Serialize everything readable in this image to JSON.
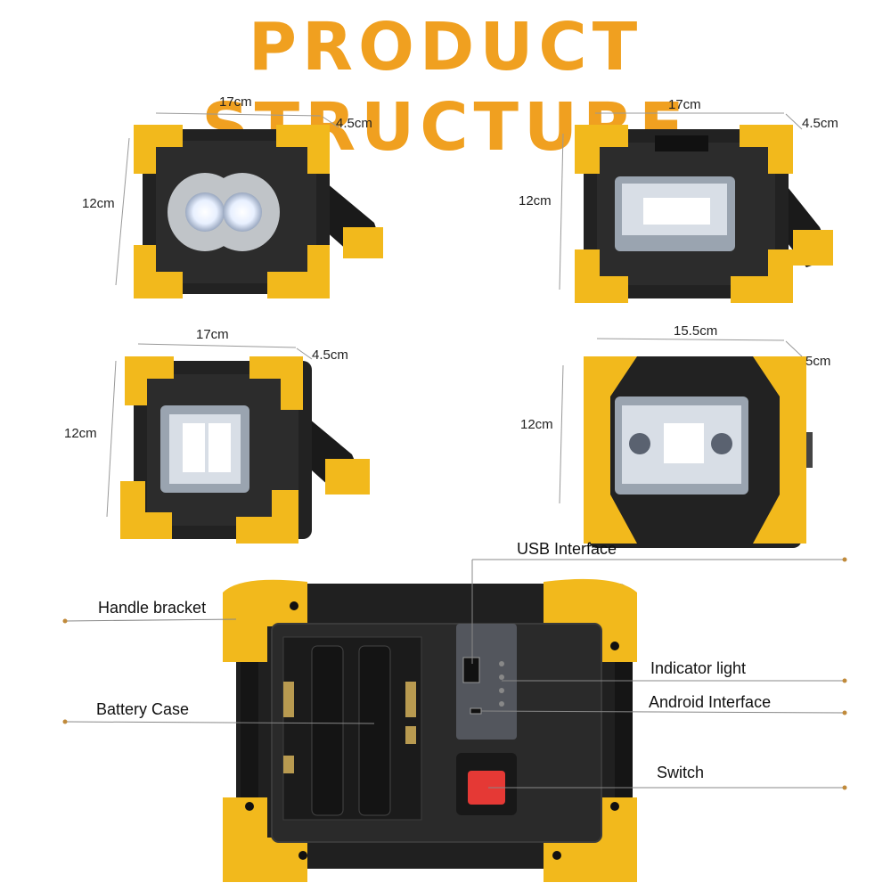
{
  "title": "PRODUCT STRUCTURE",
  "colors": {
    "accent": "#f0a020",
    "yellow": "#f2b91c",
    "body": "#1e1e1e"
  },
  "products": [
    {
      "width": "17cm",
      "depth": "4.5cm",
      "height": "12cm"
    },
    {
      "width": "17cm",
      "depth": "4.5cm",
      "height": "12cm"
    },
    {
      "width": "17cm",
      "depth": "4.5cm",
      "height": "12cm"
    },
    {
      "width": "15.5cm",
      "depth": "5cm",
      "height": "12cm"
    }
  ],
  "parts": {
    "handle_bracket": "Handle bracket",
    "battery_case": "Battery Case",
    "usb_interface": "USB Interface",
    "indicator_light": "Indicator light",
    "android_interface": "Android Interface",
    "switch": "Switch"
  }
}
